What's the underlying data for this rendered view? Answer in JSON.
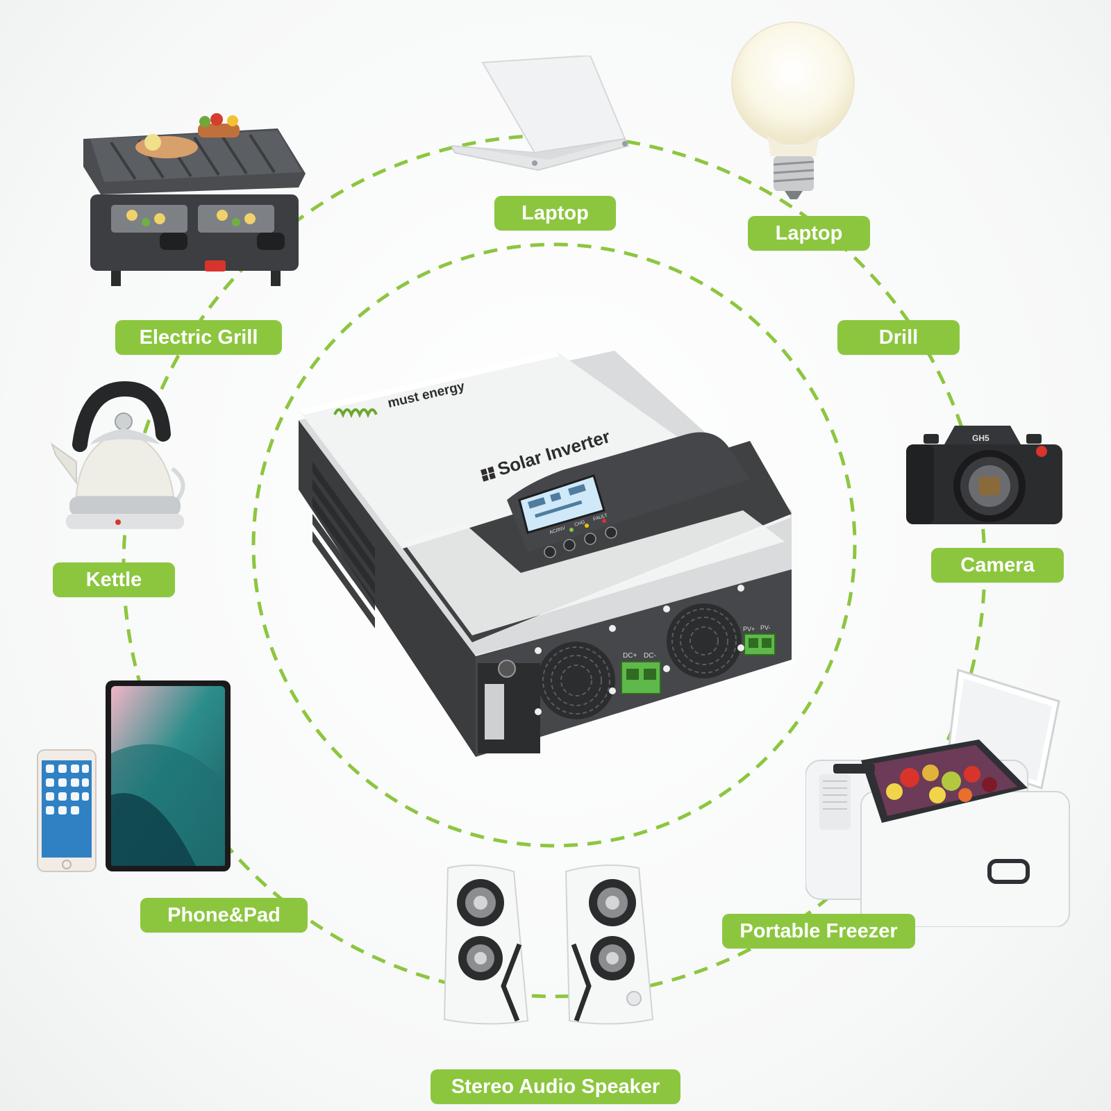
{
  "theme": {
    "accent": "#8cc63f",
    "dash": "#8cc63f",
    "device_dark": "#3d3e40",
    "device_light": "#f3f4f4"
  },
  "inverter": {
    "brand": "must energy",
    "product": "Solar Inverter",
    "indicators": [
      "AC/INV",
      "CHG",
      "FAULT"
    ],
    "terminals": {
      "dc_plus": "DC+",
      "dc_minus": "DC-",
      "pv_plus": "PV+",
      "pv_minus": "PV-"
    }
  },
  "appliances": [
    {
      "id": "laptop",
      "label": "Laptop",
      "icon": "laptop-icon"
    },
    {
      "id": "bulb",
      "label": "Laptop",
      "icon": "light-bulb-icon"
    },
    {
      "id": "grill",
      "label": "Electric Grill",
      "icon": "electric-grill-icon"
    },
    {
      "id": "drill",
      "label": "Drill",
      "icon": "drill-icon"
    },
    {
      "id": "kettle",
      "label": "Kettle",
      "icon": "kettle-icon"
    },
    {
      "id": "camera",
      "label": "Camera",
      "icon": "camera-icon"
    },
    {
      "id": "phonepad",
      "label": "Phone&Pad",
      "icon": "phone-tablet-icon"
    },
    {
      "id": "freezer",
      "label": "Portable Freezer",
      "icon": "portable-freezer-icon"
    },
    {
      "id": "speaker",
      "label": "Stereo Audio Speaker",
      "icon": "speaker-icon"
    }
  ],
  "camera_model": "GH5"
}
